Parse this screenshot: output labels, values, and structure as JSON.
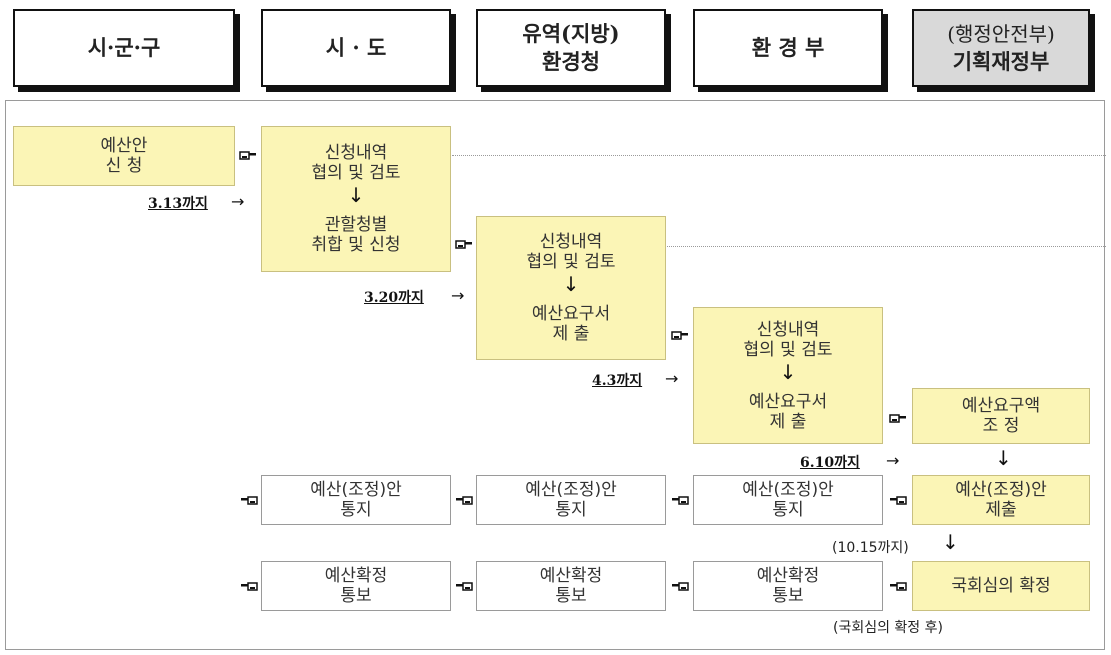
{
  "headers": [
    {
      "line1": "시·군·구",
      "line2": ""
    },
    {
      "line1": "시 · 도",
      "line2": ""
    },
    {
      "line1": "유역(지방)",
      "line2": "환경청"
    },
    {
      "line1": "환 경 부",
      "line2": ""
    },
    {
      "line1": "(행정안전부)",
      "line2": "기획재정부"
    }
  ],
  "boxes": {
    "city_request": {
      "l1": "예산안",
      "l2": "신 청"
    },
    "prov_review": {
      "l1": "신청내역",
      "l2": "협의 및 검토",
      "l3": "관할청별",
      "l4": "취합 및 신청"
    },
    "env_office_review": {
      "l1": "신청내역",
      "l2": "협의 및 검토",
      "l3": "예산요구서",
      "l4": "제 출"
    },
    "ministry_review": {
      "l1": "신청내역",
      "l2": "협의 및 검토",
      "l3": "예산요구서",
      "l4": "제 출"
    },
    "finance_adjust": {
      "l1": "예산요구액",
      "l2": "조 정"
    },
    "notice_city": {
      "l1": "예산(조정)안",
      "l2": "통지"
    },
    "notice_prov": {
      "l1": "예산(조정)안",
      "l2": "통지"
    },
    "notice_env": {
      "l1": "예산(조정)안",
      "l2": "통지"
    },
    "finance_submit": {
      "l1": "예산(조정)안",
      "l2": "제출"
    },
    "final_city": {
      "l1": "예산확정",
      "l2": "통보"
    },
    "final_prov": {
      "l1": "예산확정",
      "l2": "통보"
    },
    "final_env": {
      "l1": "예산확정",
      "l2": "통보"
    },
    "assembly": {
      "l1": "국회심의 확정"
    }
  },
  "deadlines": {
    "d1": "3.13까지",
    "d2": "3.20까지",
    "d3": "4.3까지",
    "d4": "6.10까지",
    "d5": "(10.15까지)"
  },
  "notes": {
    "after_assembly": "(국회심의 확정 후)"
  },
  "symbols": {
    "arrow_right": "→",
    "arrow_down": "↓"
  }
}
